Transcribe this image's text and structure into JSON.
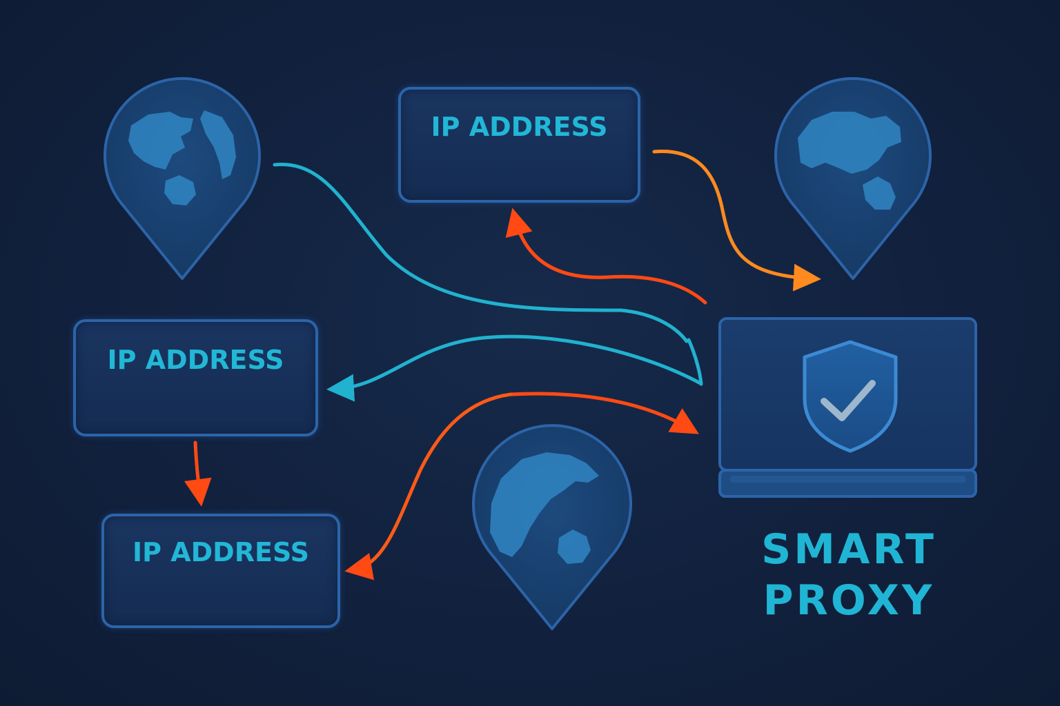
{
  "colors": {
    "background": "#122340",
    "box_border": "#2c64a8",
    "label_text": "#22b7d6",
    "cyan_arrow": "#21b2cf",
    "orange_arrow": "#ff8a1f",
    "red_arrow": "#ff4a14",
    "globe_land": "#2f82bf"
  },
  "icons": [
    "globe-pin-icon",
    "shield-check-icon",
    "laptop-icon"
  ],
  "ip_boxes": [
    {
      "label": "IP ADDRESS"
    },
    {
      "label": "IP ADDRESS"
    },
    {
      "label": "IP ADDRESS"
    }
  ],
  "proxy": {
    "title_line1": "SMART",
    "title_line2": "PROXY"
  }
}
